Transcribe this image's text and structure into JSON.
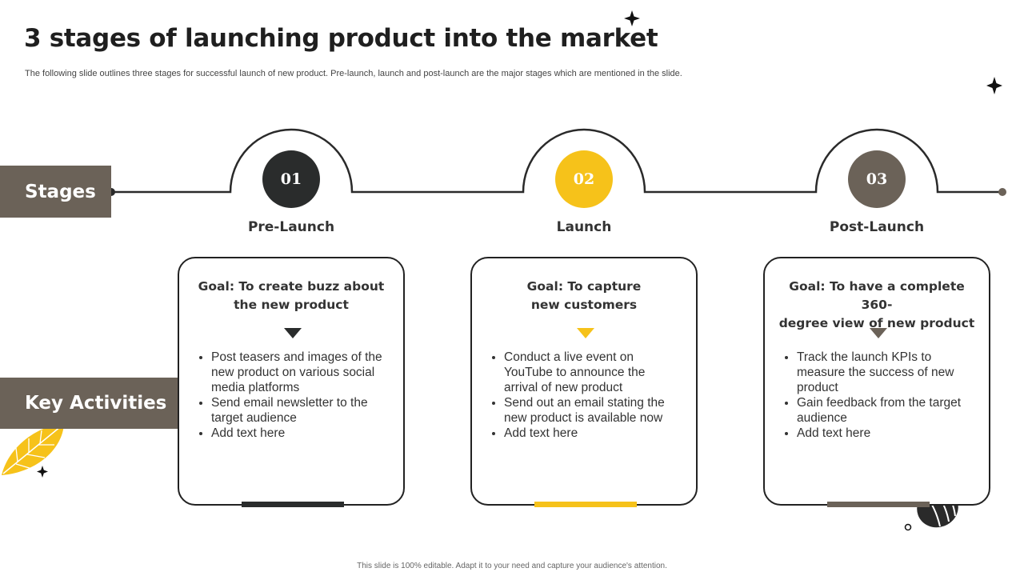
{
  "header": {
    "title": "3 stages of launching product into the market",
    "subtitle": "The following slide outlines three stages for successful launch of new product. Pre-launch, launch and post-launch are the major stages which are mentioned in the slide."
  },
  "labels": {
    "stages": "Stages",
    "key_activities": "Key Activities"
  },
  "colors": {
    "dark": "#2a2c2c",
    "yellow": "#f6c21a",
    "taupe": "#6b6258"
  },
  "stages": [
    {
      "number": "01",
      "name": "Pre-Launch",
      "goal_line1": "Goal:  To create buzz about",
      "goal_line2": "the new product",
      "color": "#2a2c2c",
      "activities": [
        "Post teasers and images of the new product on various social media platforms",
        "Send email newsletter to the target audience",
        "Add text here"
      ]
    },
    {
      "number": "02",
      "name": "Launch",
      "goal_line1": "Goal: To capture",
      "goal_line2": "new customers",
      "color": "#f6c21a",
      "activities": [
        "Conduct a live event on YouTube to announce the arrival of new product",
        "Send out an email stating the new product is available now",
        "Add text here"
      ]
    },
    {
      "number": "03",
      "name": "Post-Launch",
      "goal_line1": "Goal: To have a complete 360-",
      "goal_line2": "degree view of new product",
      "color": "#6b6258",
      "activities": [
        "Track the launch KPIs to measure the success of new product",
        "Gain feedback from the target audience",
        "Add text here"
      ]
    }
  ],
  "footer": "This slide is 100% editable.  Adapt it to your need and capture your audience's attention."
}
